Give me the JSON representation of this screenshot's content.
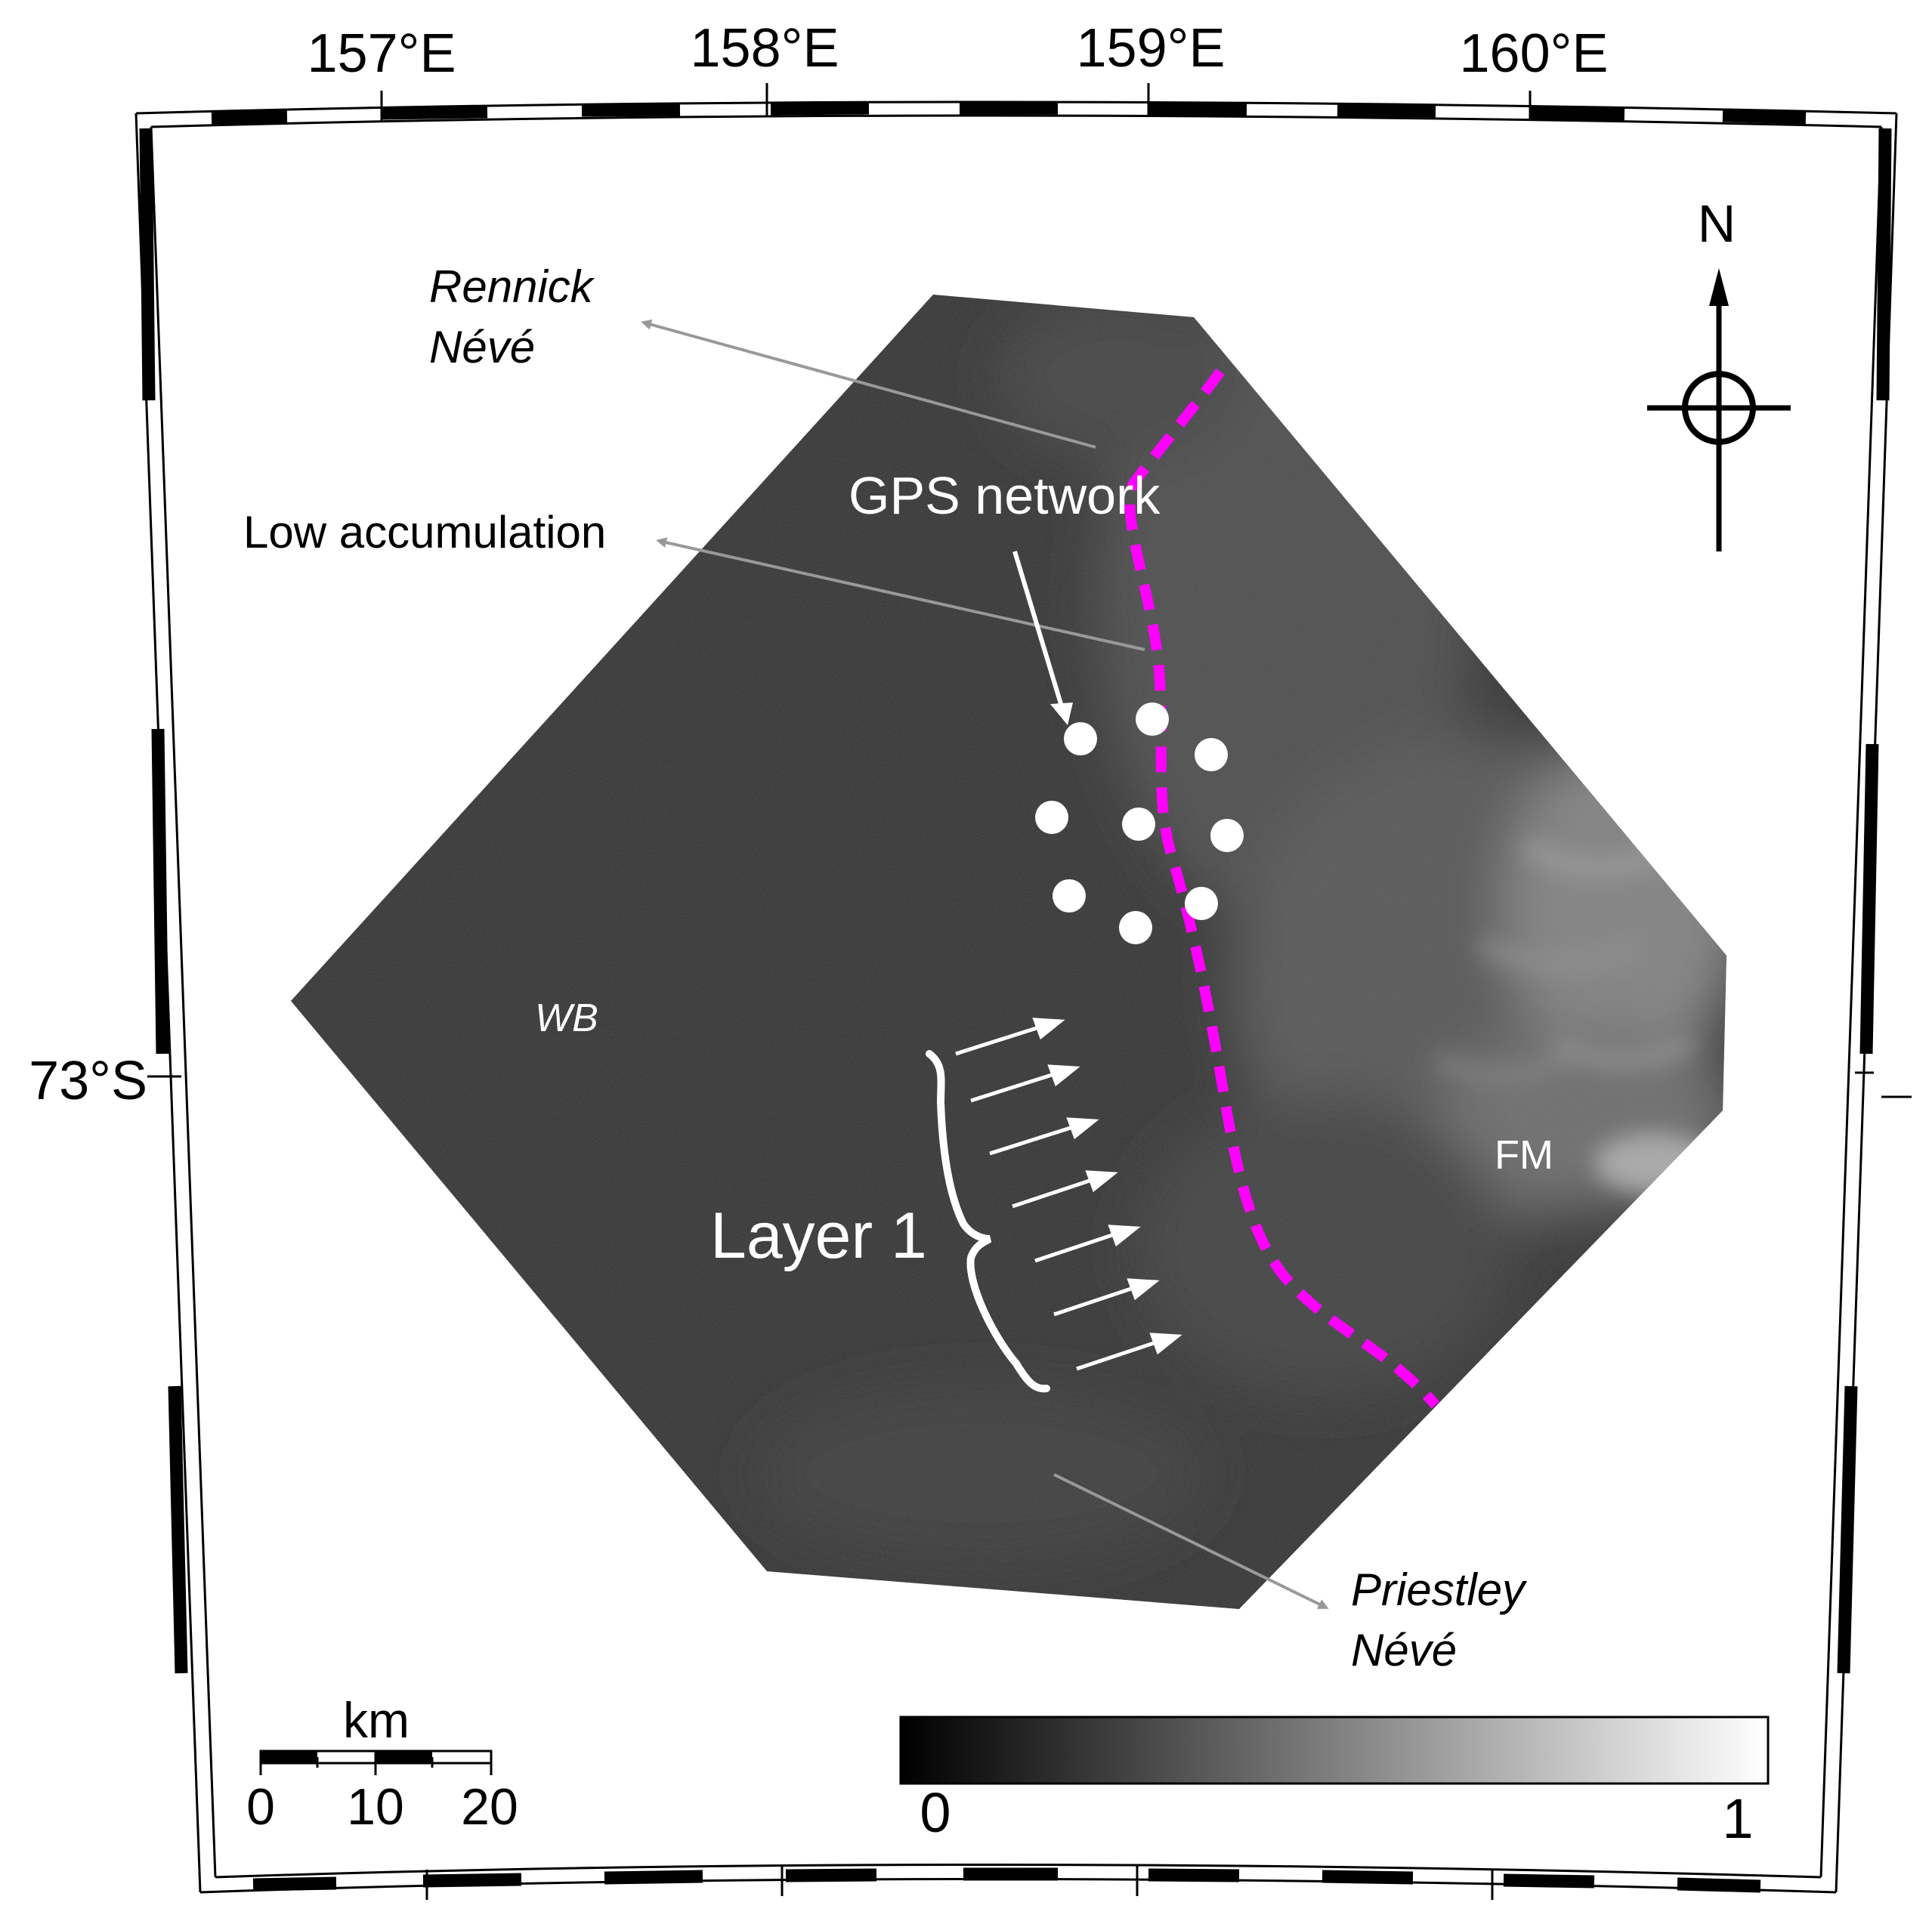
{
  "graticule": {
    "lon_labels": [
      "157°E",
      "158°E",
      "159°E",
      "160°E"
    ],
    "lat_labels": [
      "73°S"
    ]
  },
  "annotations": {
    "rennick_line1": "Rennick",
    "rennick_line2": "Névé",
    "low_accumulation": "Low accumulation",
    "gps_network": "GPS network",
    "wb": "WB",
    "fm": "FM",
    "layer": "Layer 1",
    "priestley_line1": "Priestley",
    "priestley_line2": "Névé"
  },
  "north_arrow": {
    "label": "N"
  },
  "scale_bar": {
    "unit": "km",
    "ticks": [
      "0",
      "10",
      "20"
    ]
  },
  "colorbar": {
    "min_label": "0",
    "max_label": "1",
    "color_low": "#000000",
    "color_high": "#ffffff"
  },
  "colors": {
    "divide_line": "#ff00ff",
    "pointer_arrows": "#999999",
    "image_base": "#2a2a2a"
  }
}
